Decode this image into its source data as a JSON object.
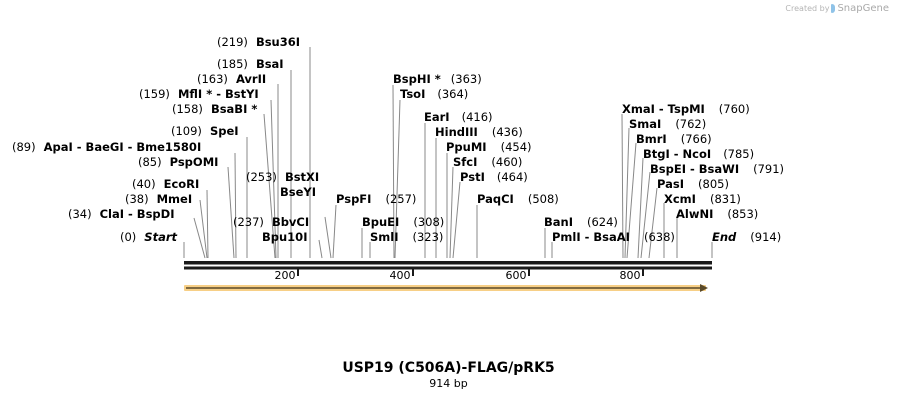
{
  "watermark": {
    "prefix": "Created by",
    "brand": "SnapGene"
  },
  "map": {
    "title": "USP19 (C506A)-FLAG/pRK5",
    "length_label": "914 bp",
    "length_bp": 914,
    "ruler_ticks": [
      "200",
      "400",
      "600",
      "800"
    ],
    "feature_arrow_color": "#f5c97a"
  },
  "sites": {
    "bsu36i": {
      "pos": "(219)",
      "name": "Bsu36I"
    },
    "bsai": {
      "pos": "(185)",
      "name": "BsaI"
    },
    "avrii": {
      "pos": "(163)",
      "name": "AvrII"
    },
    "mfli_bstyi": {
      "pos": "(159)",
      "name": "MflI * - BstYI"
    },
    "bsabi": {
      "pos": "(158)",
      "name": "BsaBI *"
    },
    "spei": {
      "pos": "(109)",
      "name": "SpeI"
    },
    "apai_group": {
      "pos": "(89)",
      "name": "ApaI  - BaeGI  - Bme1580I"
    },
    "pspomi": {
      "pos": "(85)",
      "name": "PspOMI"
    },
    "ecori": {
      "pos": "(40)",
      "name": "EcoRI"
    },
    "mmei": {
      "pos": "(38)",
      "name": "MmeI"
    },
    "clai_bspdi": {
      "pos": "(34)",
      "name": "ClaI  - BspDI"
    },
    "start": {
      "pos": "(0)",
      "name": "Start"
    },
    "bstxi": {
      "pos": "(253)",
      "name": "BstXI"
    },
    "bseyi": {
      "name": "BseYI"
    },
    "bbvci": {
      "pos": "(237)",
      "name": "BbvCI"
    },
    "bpu10i": {
      "name": "Bpu10I"
    },
    "pspfi": {
      "name": "PspFI",
      "pos": "(257)"
    },
    "bspHI": {
      "name": "BspHI *",
      "pos": "(363)"
    },
    "tsoi": {
      "name": "TsoI",
      "pos": "(364)"
    },
    "eari": {
      "name": "EarI",
      "pos": "(416)"
    },
    "hindiii": {
      "name": "HindIII",
      "pos": "(436)"
    },
    "ppumi": {
      "name": "PpuMI",
      "pos": "(454)"
    },
    "sfci": {
      "name": "SfcI",
      "pos": "(460)"
    },
    "psti": {
      "name": "PstI",
      "pos": "(464)"
    },
    "paqci": {
      "name": "PaqCI",
      "pos": "(508)"
    },
    "bpuei": {
      "name": "BpuEI",
      "pos": "(308)"
    },
    "smli": {
      "name": "SmlI",
      "pos": "(323)"
    },
    "bani": {
      "name": "BanI",
      "pos": "(624)"
    },
    "pmli_bsaai": {
      "name": "PmlI  - BsaAI",
      "pos": "(638)"
    },
    "xmai_tspmi": {
      "name": "XmaI  - TspMI",
      "pos": "(760)"
    },
    "smai": {
      "name": "SmaI",
      "pos": "(762)"
    },
    "bmri": {
      "name": "BmrI",
      "pos": "(766)"
    },
    "btgi_ncoi": {
      "name": "BtgI  - NcoI",
      "pos": "(785)"
    },
    "bspei_bsawi": {
      "name": "BspEI  - BsaWI",
      "pos": "(791)"
    },
    "pasi": {
      "name": "PasI",
      "pos": "(805)"
    },
    "xcmi": {
      "name": "XcmI",
      "pos": "(831)"
    },
    "alwni": {
      "name": "AlwNI",
      "pos": "(853)"
    },
    "end": {
      "name": "End",
      "pos": "(914)"
    }
  }
}
